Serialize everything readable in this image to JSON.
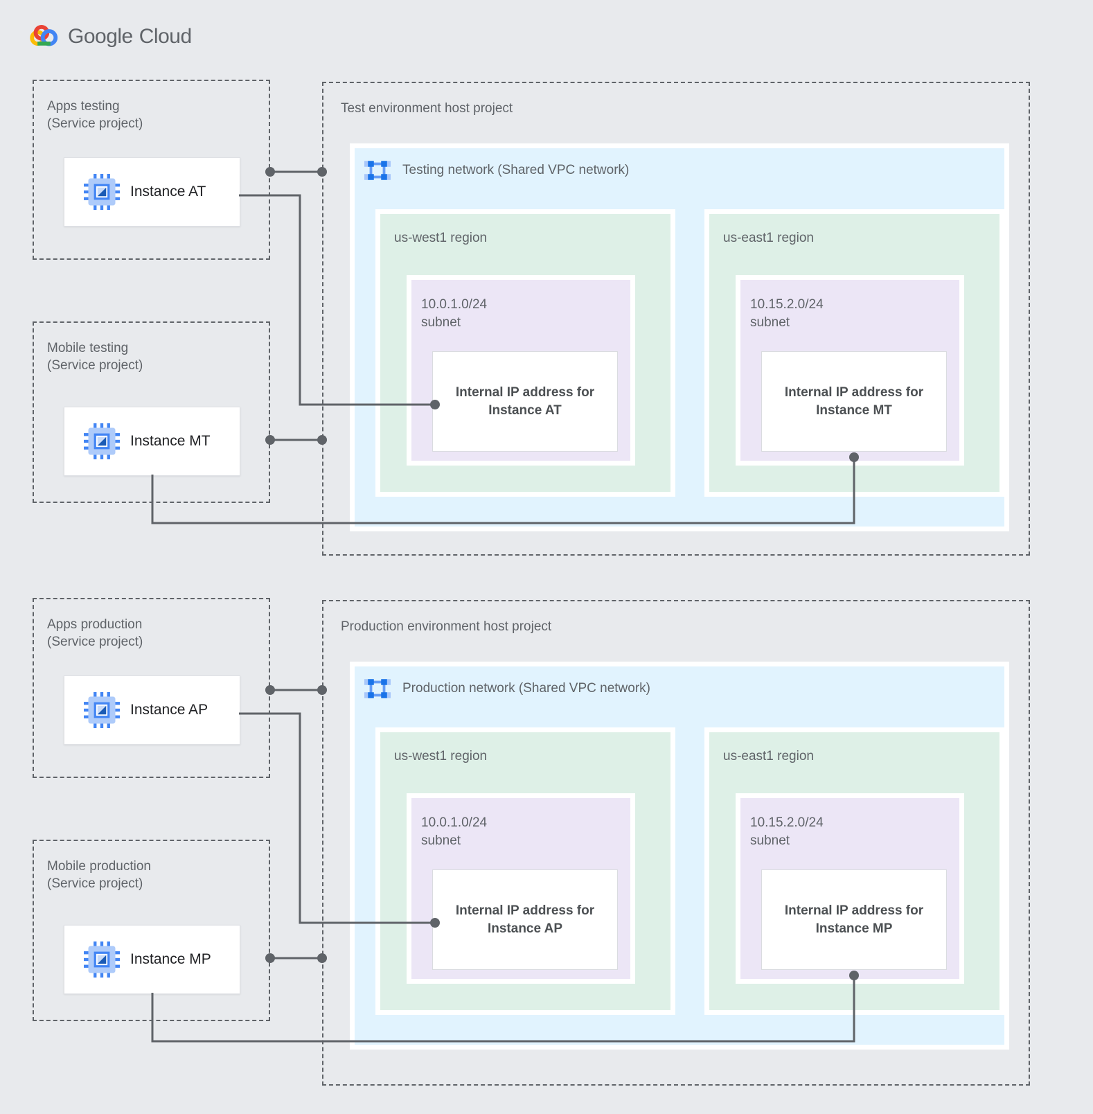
{
  "logo": {
    "google": "Google",
    "cloud": "Cloud"
  },
  "colors": {
    "background": "#e8eaed",
    "network_fill": "#e1f3fe",
    "region_fill": "#def0e7",
    "subnet_fill": "#ece6f6",
    "connector": "#5f6368",
    "google_blue": "#4285f4",
    "google_red": "#ea4335",
    "google_yellow": "#fbbc05",
    "google_green": "#34a853",
    "icon_light_blue": "#aecbfa",
    "icon_dark_blue": "#1a73e8"
  },
  "groups": [
    {
      "service_projects": [
        {
          "name": "Apps testing",
          "qualifier": "(Service project)",
          "instance_label": "Instance AT"
        },
        {
          "name": "Mobile testing",
          "qualifier": "(Service project)",
          "instance_label": "Instance MT"
        }
      ],
      "host_project": {
        "title": "Test environment host project",
        "network_label": "Testing network (Shared VPC network)",
        "regions": [
          {
            "name": "us-west1 region",
            "subnet_cidr": "10.0.1.0/24",
            "subnet_word": "subnet",
            "ip_line1": "Internal IP address for",
            "ip_line2": "Instance AT"
          },
          {
            "name": "us-east1 region",
            "subnet_cidr": "10.15.2.0/24",
            "subnet_word": "subnet",
            "ip_line1": "Internal IP address for",
            "ip_line2": "Instance MT"
          }
        ]
      }
    },
    {
      "service_projects": [
        {
          "name": "Apps production",
          "qualifier": "(Service project)",
          "instance_label": "Instance AP"
        },
        {
          "name": "Mobile production",
          "qualifier": "(Service project)",
          "instance_label": "Instance MP"
        }
      ],
      "host_project": {
        "title": "Production environment host project",
        "network_label": "Production network (Shared VPC network)",
        "regions": [
          {
            "name": "us-west1 region",
            "subnet_cidr": "10.0.1.0/24",
            "subnet_word": "subnet",
            "ip_line1": "Internal IP address for",
            "ip_line2": "Instance AP"
          },
          {
            "name": "us-east1 region",
            "subnet_cidr": "10.15.2.0/24",
            "subnet_word": "subnet",
            "ip_line1": "Internal IP address for",
            "ip_line2": "Instance MP"
          }
        ]
      }
    }
  ]
}
